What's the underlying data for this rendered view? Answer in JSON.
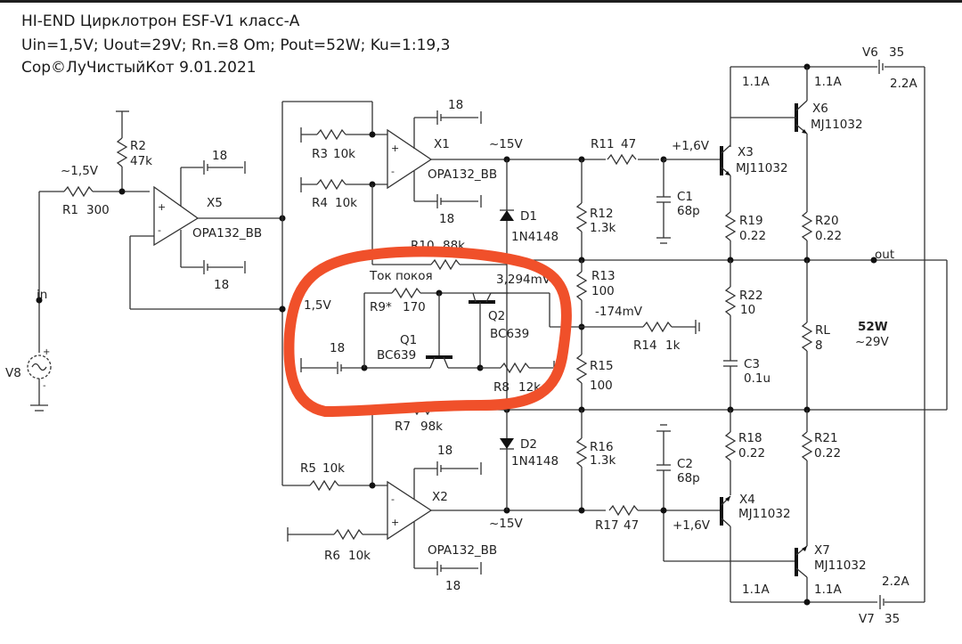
{
  "header": {
    "title": "HI-END Цирклотрон ESF-V1 класс-А",
    "specs": "Uin=1,5V; Uout=29V; Rn.=8 Om; Pout=52W; Ku=1:19,3",
    "copyright": "Сор©ЛуЧистыйКот 9.01.2021"
  },
  "annotation": {
    "color": "#f0502a",
    "circled_block": "Ток покоя"
  },
  "components": {
    "R1": {
      "name": "R1",
      "value": "300"
    },
    "R2": {
      "name": "R2",
      "value": "47k"
    },
    "R3": {
      "name": "R3",
      "value": "10k"
    },
    "R4": {
      "name": "R4",
      "value": "10k"
    },
    "R5": {
      "name": "R5",
      "value": "10k"
    },
    "R6": {
      "name": "R6",
      "value": "10k"
    },
    "R7": {
      "name": "R7",
      "value": "98k"
    },
    "R8": {
      "name": "R8",
      "value": "12k"
    },
    "R9": {
      "name": "R9*",
      "value": "170"
    },
    "R10": {
      "name": "R10",
      "value": "88k"
    },
    "R11": {
      "name": "R11",
      "value": "47"
    },
    "R12": {
      "name": "R12",
      "value": "1.3k"
    },
    "R13": {
      "name": "R13",
      "value": "100"
    },
    "R14": {
      "name": "R14",
      "value": "1k"
    },
    "R15": {
      "name": "R15",
      "value": "100"
    },
    "R16": {
      "name": "R16",
      "value": "1.3k"
    },
    "R17": {
      "name": "R17",
      "value": "47"
    },
    "R18": {
      "name": "R18",
      "value": "0.22"
    },
    "R19": {
      "name": "R19",
      "value": "0.22"
    },
    "R20": {
      "name": "R20",
      "value": "0.22"
    },
    "R21": {
      "name": "R21",
      "value": "0.22"
    },
    "R22": {
      "name": "R22",
      "value": "10"
    },
    "RL": {
      "name": "RL",
      "value": "8"
    },
    "C1": {
      "name": "C1",
      "value": "68p"
    },
    "C2": {
      "name": "C2",
      "value": "68p"
    },
    "C3": {
      "name": "C3",
      "value": "0.1u"
    },
    "D1": {
      "name": "D1",
      "value": "1N4148"
    },
    "D2": {
      "name": "D2",
      "value": "1N4148"
    },
    "Q1": {
      "name": "Q1",
      "value": "BC639"
    },
    "Q2": {
      "name": "Q2",
      "value": "BC639"
    },
    "X1": {
      "name": "X1",
      "value": "OPA132_BB"
    },
    "X2": {
      "name": "X2",
      "value": "OPA132_BB"
    },
    "X5": {
      "name": "X5",
      "value": "OPA132_BB"
    },
    "X3": {
      "name": "X3",
      "value": "MJ11032"
    },
    "X4": {
      "name": "X4",
      "value": "MJ11032"
    },
    "X6": {
      "name": "X6",
      "value": "MJ11032"
    },
    "X7": {
      "name": "X7",
      "value": "MJ11032"
    },
    "V6": {
      "name": "V6",
      "value": "35"
    },
    "V7": {
      "name": "V7",
      "value": "35"
    },
    "V8": {
      "name": "V8"
    }
  },
  "supply": "18",
  "labels": {
    "in_voltage": "~1,5V",
    "in": "in",
    "out": "out",
    "x1_out": "~15V",
    "x2_out": "~15V",
    "base_top": "+1,6V",
    "base_bot": "+1,6V",
    "bias_in": "1,5V",
    "bias_q2": "3,294mV",
    "mid": "-174mV",
    "i_x3": "1.1A",
    "i_x6": "1.1A",
    "i_v6": "2.2A",
    "i_x4": "1.1A",
    "i_x7": "1.1A",
    "i_v7": "2.2A",
    "power": "52W",
    "vout": "~29V",
    "plus": "+",
    "minus": "-"
  }
}
